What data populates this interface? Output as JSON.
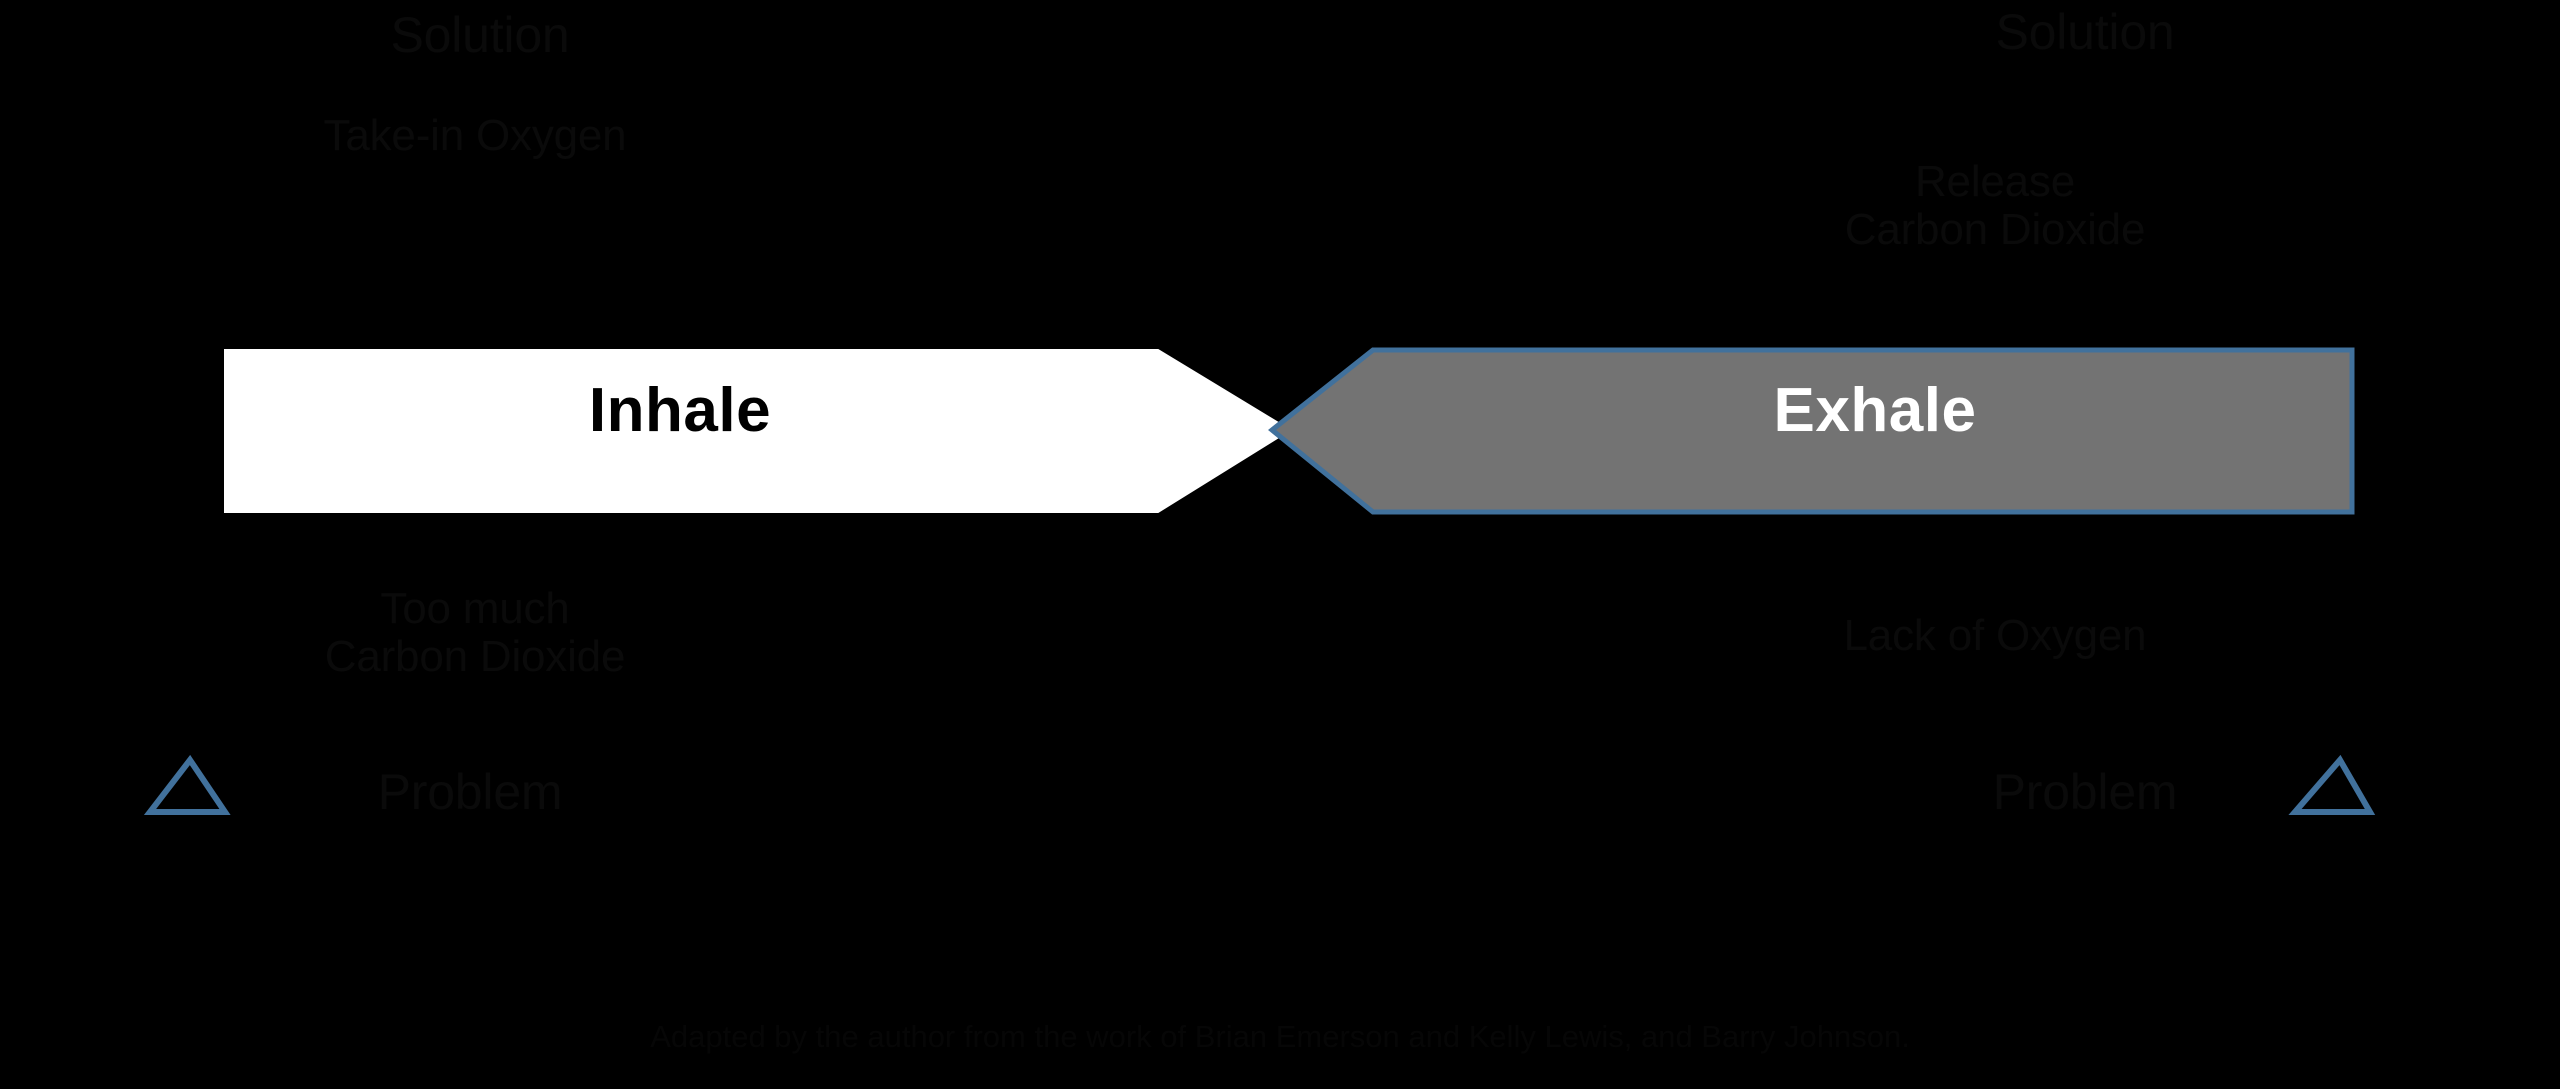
{
  "diagram": {
    "type": "polarity-map",
    "title_present": false,
    "background_color": "#000000",
    "left_pole": {
      "name": "Inhale",
      "chevron_fill": "#ffffff",
      "chevron_text_color": "#000000",
      "chevron_border": "#ffffff",
      "upper_quadrant": {
        "header": "Solution",
        "body": "Take-in Oxygen"
      },
      "lower_quadrant": {
        "body": "Too much\nCarbon Dioxide",
        "header": "Problem"
      }
    },
    "right_pole": {
      "name": "Exhale",
      "chevron_fill": "#737373",
      "chevron_text_color": "#ffffff",
      "chevron_border": "#41719c",
      "upper_quadrant": {
        "header": "Solution",
        "body": "Release\nCarbon Dioxide"
      },
      "lower_quadrant": {
        "body": "Lack of Oxygen",
        "header": "Problem"
      }
    },
    "markers": {
      "left_delta_icon": "delta-triangle",
      "right_delta_icon": "delta-triangle",
      "delta_color": "#41719c"
    },
    "flow_arrows": {
      "top_left_arrowhead": "arrow-left",
      "top_right_arrowhead": "arrow-right",
      "loop_color": "#000000"
    },
    "caption": "Adapted by the author from the work of Brian Emerson and Kelly Lewis, and Barry Johnson."
  },
  "colors": {
    "accent_blue": "#41719c",
    "gray_fill": "#737373",
    "white_fill": "#ffffff",
    "text_dark": "#0a0a0a",
    "background": "#000000"
  }
}
